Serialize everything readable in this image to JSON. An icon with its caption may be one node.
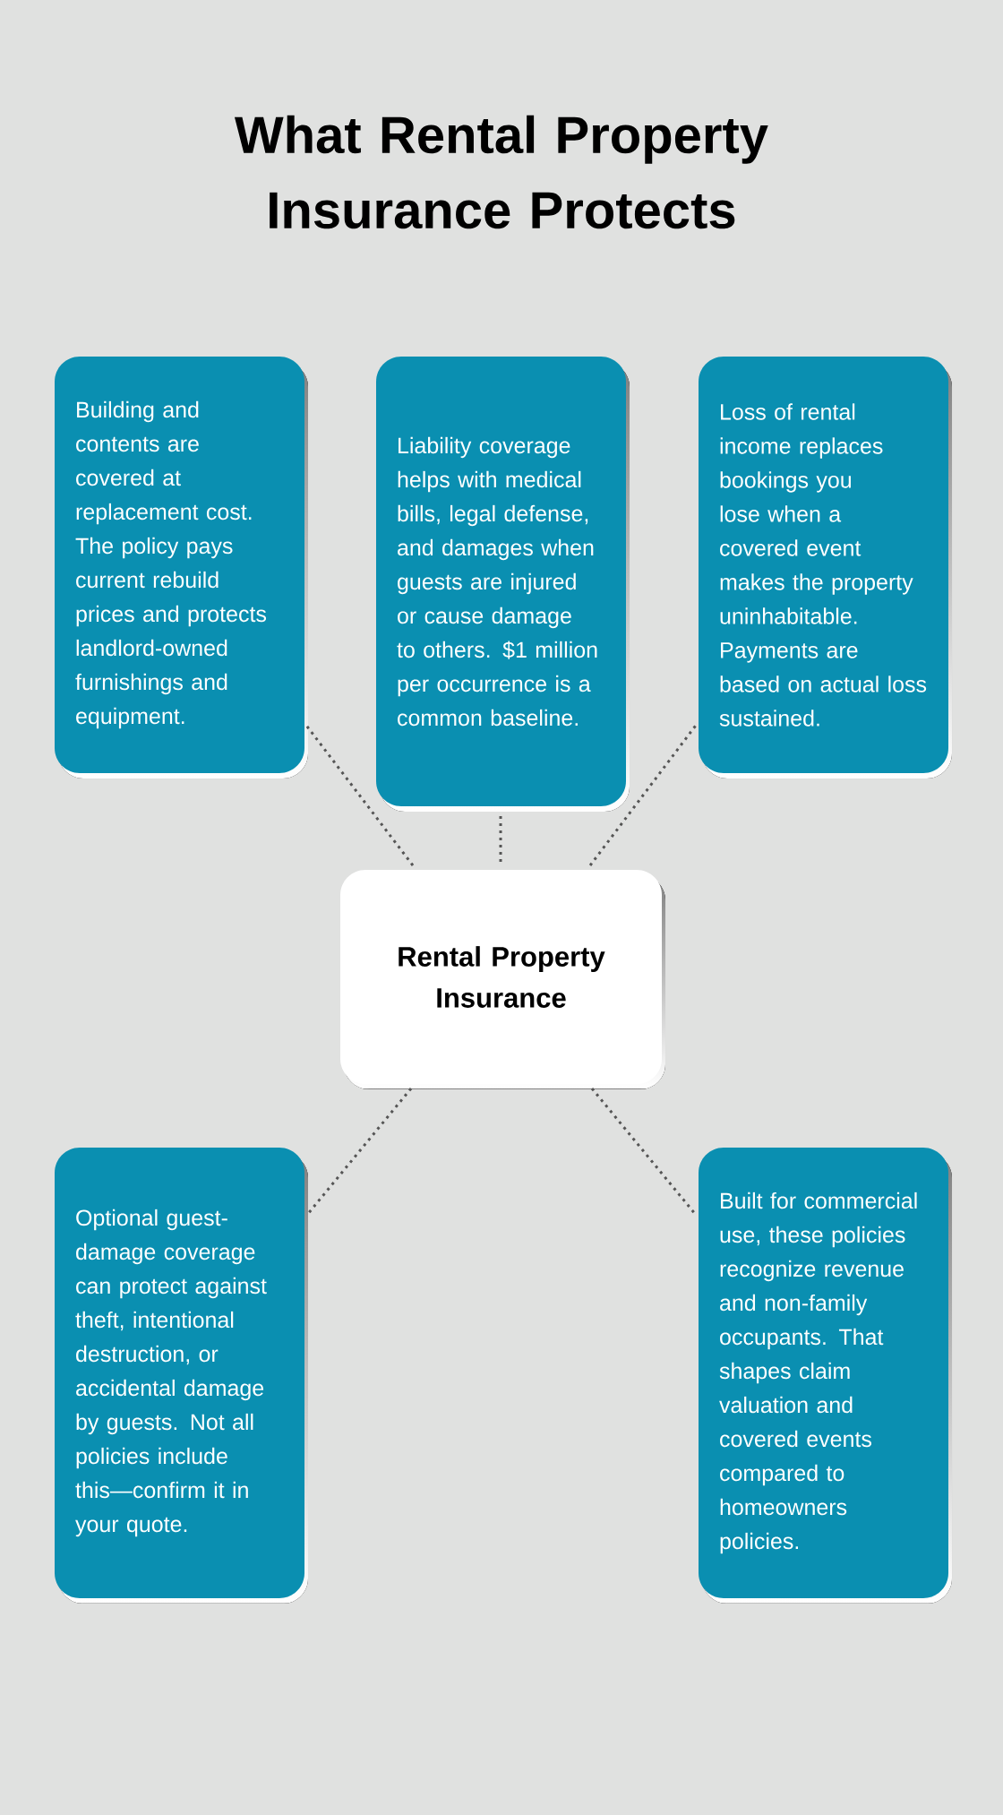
{
  "diagram": {
    "title": "What Rental Property Insurance Protects",
    "nodes": [
      {
        "text": [
          "Building and contents are covered at replacement cost. The policy pays current rebuild prices and protects landlord-owned furnishings and equipment."
        ]
      },
      {
        "text": [
          "Liability coverage helps with medical bills, legal defense, and damages when guests are injured or cause damage to others. $1 million per occurrence is a common baseline."
        ]
      },
      {
        "text": [
          "Loss of rental income replaces bookings you lose when a covered event makes the property uninhabitable. Payments are based on actual loss sustained."
        ]
      },
      {
        "text": [
          "Rental Property Insurance"
        ]
      },
      {
        "text": [
          "Optional guest-damage coverage can protect against theft, intentional destruction, or accidental damage by guests. Not all policies include this—confirm it in your quote."
        ]
      },
      {
        "text": [
          "Built for commercial use, these policies recognize revenue and non-family occupants. That shapes claim valuation and covered events compared to homeowners policies."
        ]
      }
    ],
    "edges": [
      {
        "from": 3,
        "to": 0,
        "arrow": "none",
        "style": "dashed"
      },
      {
        "from": 3,
        "to": 1,
        "arrow": "none",
        "style": "dashed"
      },
      {
        "from": 3,
        "to": 2,
        "arrow": "none",
        "style": "dashed"
      },
      {
        "from": 3,
        "to": 4,
        "arrow": "none",
        "style": "dashed"
      },
      {
        "from": 3,
        "to": 5,
        "arrow": "none",
        "style": "dashed"
      }
    ]
  }
}
